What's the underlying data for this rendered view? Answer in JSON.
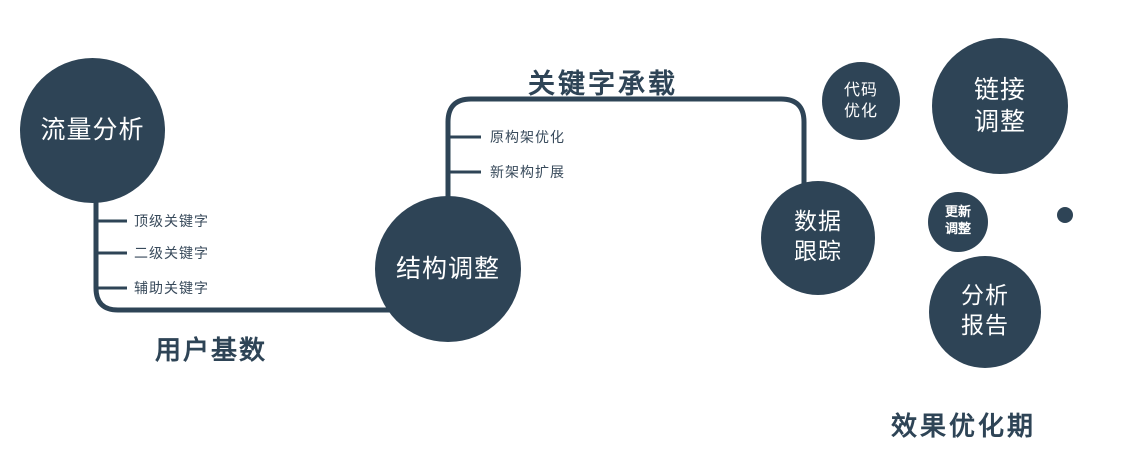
{
  "diagram": {
    "colors": {
      "primary": "#2e4456",
      "text_on_dark": "#ffffff",
      "background": "#ffffff"
    },
    "nodes": {
      "traffic": {
        "label": "流量分析"
      },
      "structure": {
        "label": "结构调整"
      },
      "tracking": {
        "line1": "数据",
        "line2": "跟踪"
      },
      "code": {
        "line1": "代码",
        "line2": "优化"
      },
      "link": {
        "line1": "链接",
        "line2": "调整"
      },
      "update": {
        "line1": "更新",
        "line2": "调整"
      },
      "report": {
        "line1": "分析",
        "line2": "报告"
      }
    },
    "branches": {
      "traffic_keywords": [
        "顶级关键字",
        "二级关键字",
        "辅助关键字"
      ],
      "structure_items": [
        "原构架优化",
        "新架构扩展"
      ]
    },
    "edge_labels": {
      "user_base": "用户基数",
      "keyword_bearing": "关键字承载"
    },
    "caption": "效果优化期"
  }
}
